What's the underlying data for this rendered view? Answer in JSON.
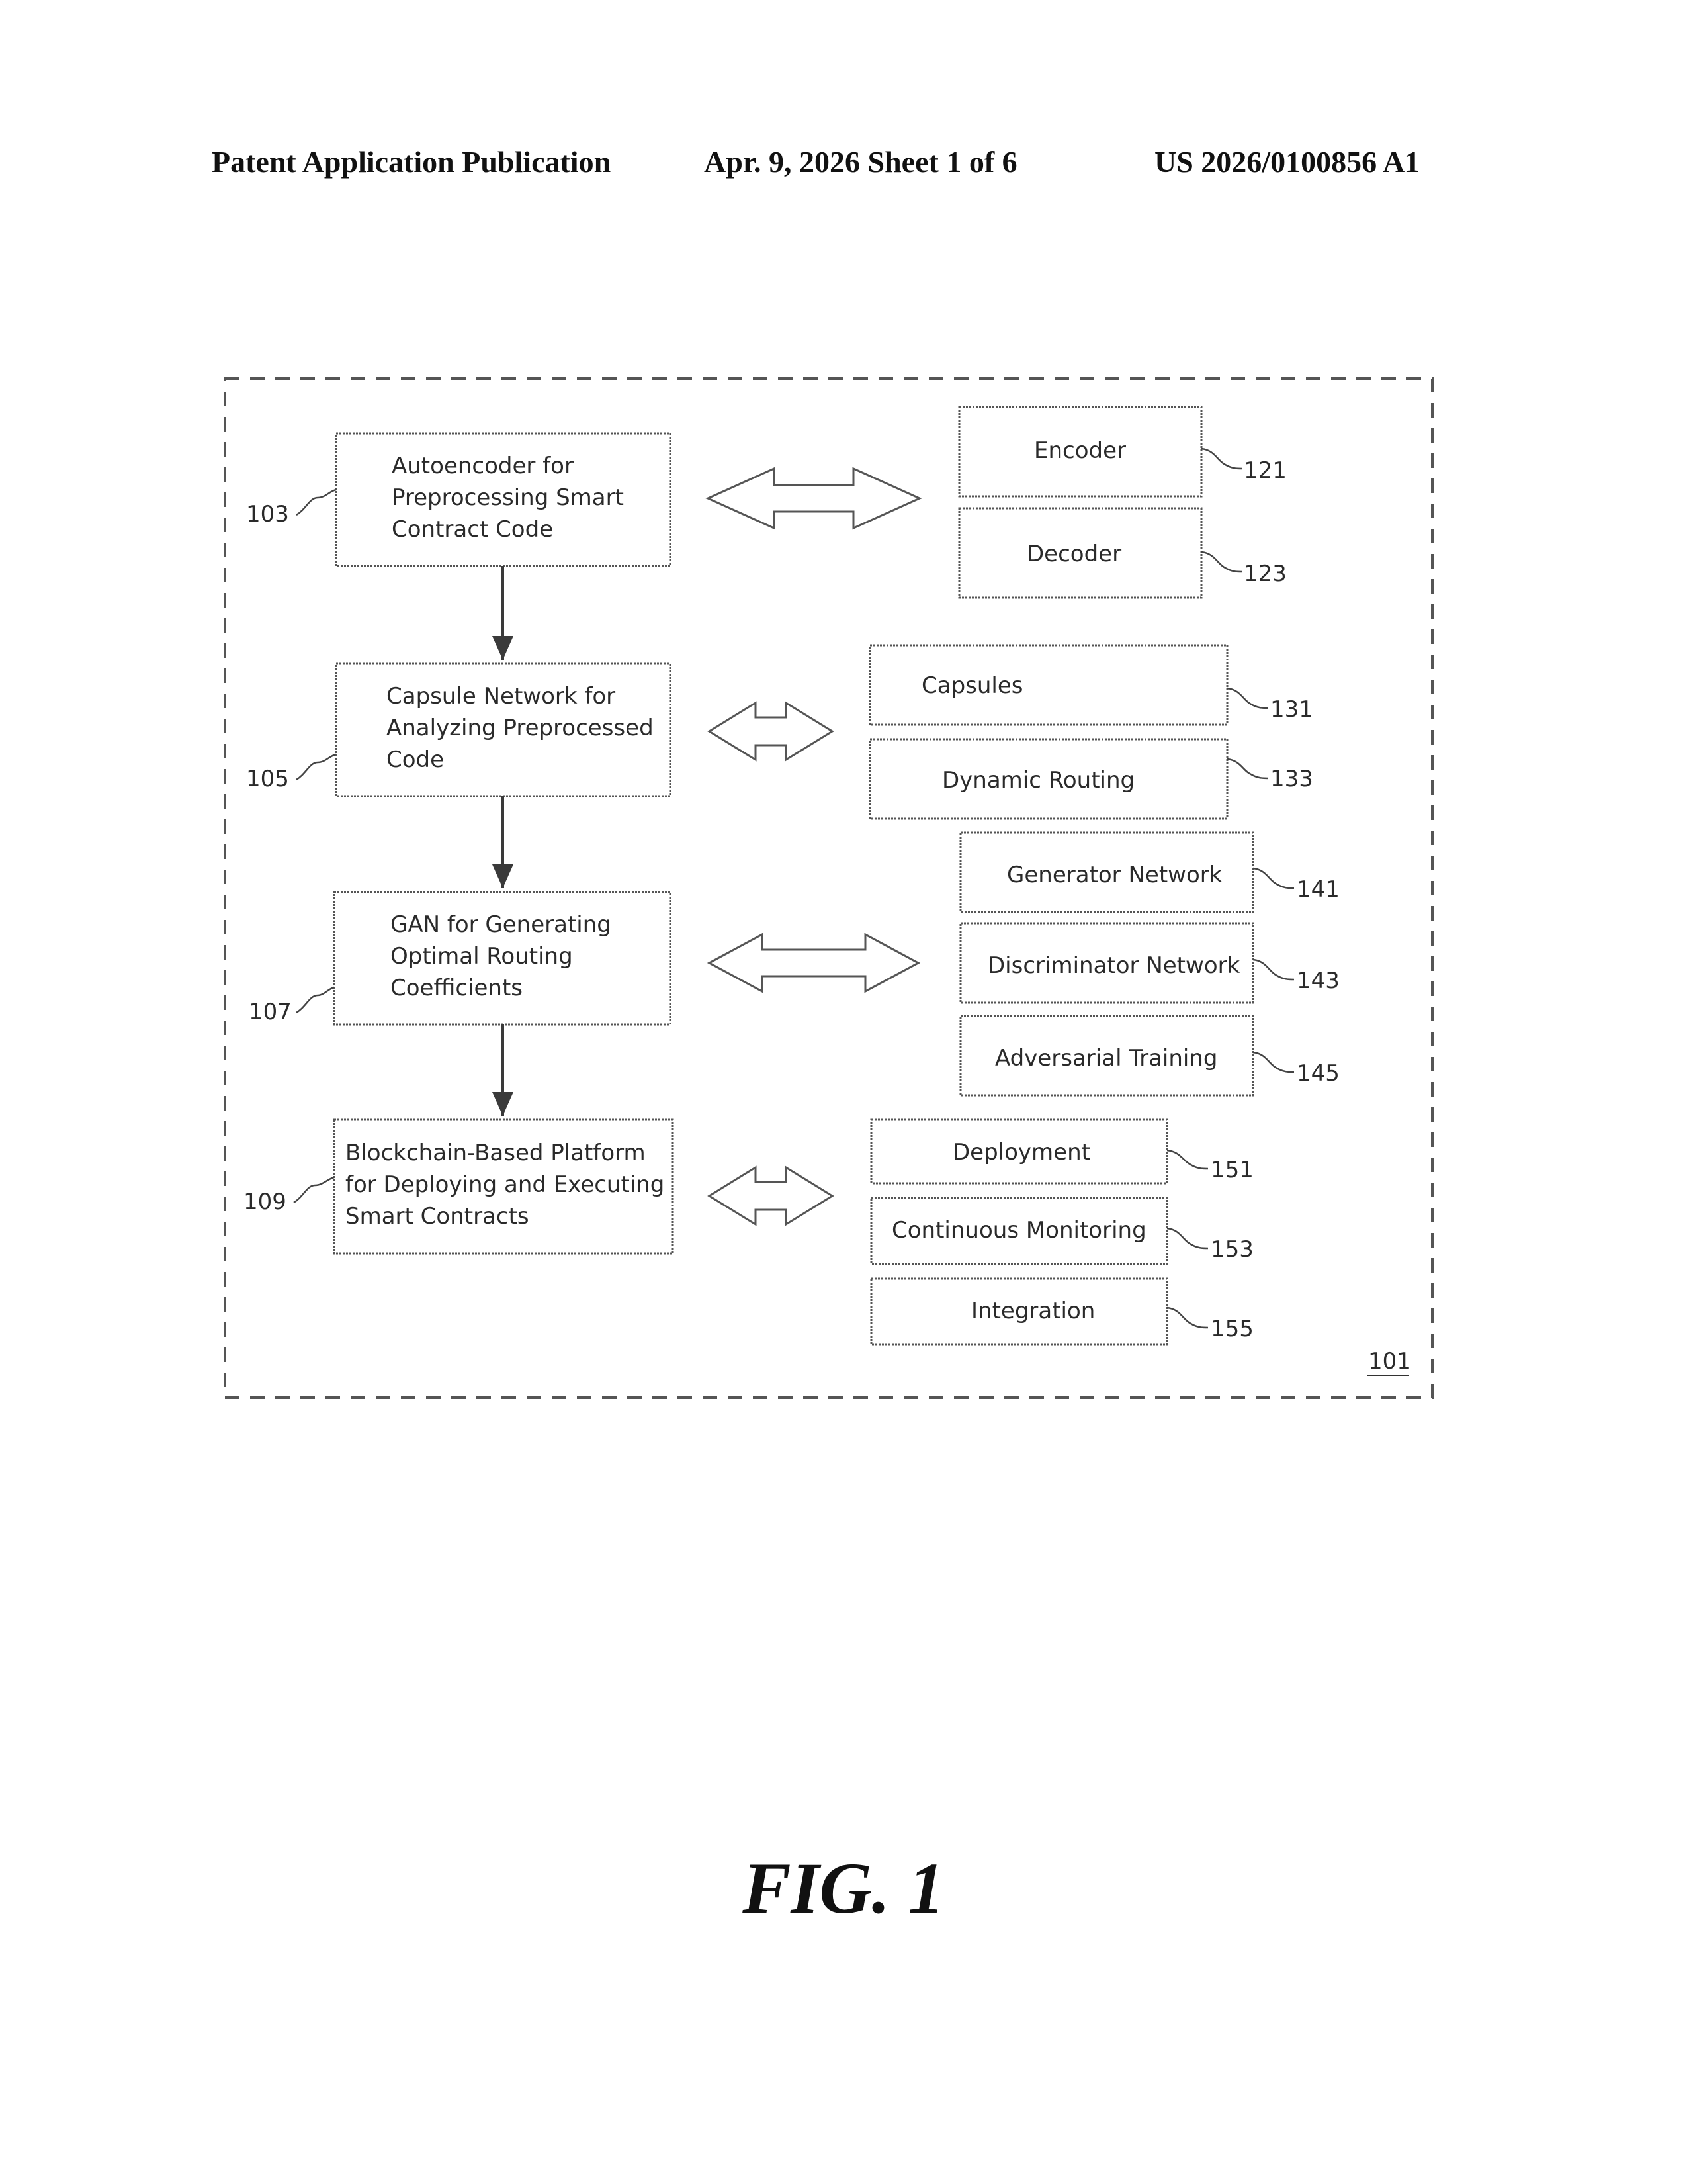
{
  "header": {
    "publication": "Patent Application Publication",
    "date_sheet": "Apr. 9, 2026   Sheet 1 of 6",
    "number": "US 2026/0100856 A1"
  },
  "diagram": {
    "system_ref": "101",
    "main_blocks": [
      {
        "ref": "103",
        "lines": [
          "Autoencoder for",
          "Preprocessing Smart",
          "Contract Code"
        ]
      },
      {
        "ref": "105",
        "lines": [
          "Capsule Network for",
          "Analyzing Preprocessed",
          "Code"
        ]
      },
      {
        "ref": "107",
        "lines": [
          "GAN for Generating",
          "Optimal Routing",
          "Coefficients"
        ]
      },
      {
        "ref": "109",
        "lines": [
          "Blockchain-Based Platform",
          "for Deploying and Executing",
          "Smart Contracts"
        ]
      }
    ],
    "sub_blocks": [
      {
        "ref": "121",
        "label": "Encoder"
      },
      {
        "ref": "123",
        "label": "Decoder"
      },
      {
        "ref": "131",
        "label": "Capsules"
      },
      {
        "ref": "133",
        "label": "Dynamic Routing"
      },
      {
        "ref": "141",
        "label": "Generator Network"
      },
      {
        "ref": "143",
        "label": "Discriminator Network"
      },
      {
        "ref": "145",
        "label": "Adversarial Training"
      },
      {
        "ref": "151",
        "label": "Deployment"
      },
      {
        "ref": "153",
        "label": "Continuous Monitoring"
      },
      {
        "ref": "155",
        "label": "Integration"
      }
    ]
  },
  "figure_label": "FIG. 1"
}
